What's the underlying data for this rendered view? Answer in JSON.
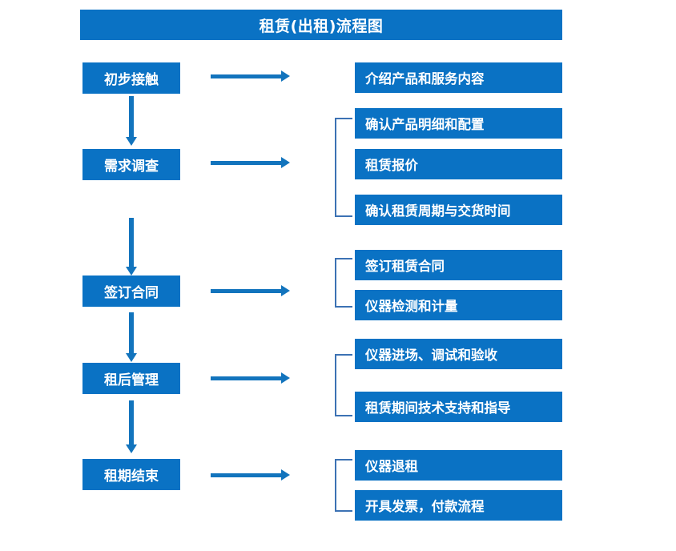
{
  "chart": {
    "type": "flowchart",
    "title": "租赁(出租)流程图",
    "accent_color": "#0a72c4",
    "arrow_color": "#1274bd",
    "bracket_color": "#3c72b4",
    "text_color": "#ffffff",
    "background_color": "#ffffff"
  },
  "stages": [
    {
      "id": "stage-1",
      "label": "初步接触",
      "tasks": [
        {
          "id": "task-1-1",
          "label": "介绍产品和服务内容"
        }
      ],
      "bracketed": false
    },
    {
      "id": "stage-2",
      "label": "需求调查",
      "tasks": [
        {
          "id": "task-2-1",
          "label": "确认产品明细和配置"
        },
        {
          "id": "task-2-2",
          "label": "租赁报价"
        },
        {
          "id": "task-2-3",
          "label": "确认租赁周期与交货时间"
        }
      ],
      "bracketed": true
    },
    {
      "id": "stage-3",
      "label": "签订合同",
      "tasks": [
        {
          "id": "task-3-1",
          "label": "签订租赁合同"
        },
        {
          "id": "task-3-2",
          "label": "仪器检测和计量"
        }
      ],
      "bracketed": true
    },
    {
      "id": "stage-4",
      "label": "租后管理",
      "tasks": [
        {
          "id": "task-4-1",
          "label": "仪器进场、调试和验收"
        },
        {
          "id": "task-4-2",
          "label": "租赁期间技术支持和指导"
        }
      ],
      "bracketed": true
    },
    {
      "id": "stage-5",
      "label": "租期结束",
      "tasks": [
        {
          "id": "task-5-1",
          "label": "仪器退租"
        },
        {
          "id": "task-5-2",
          "label": "开具发票，付款流程"
        }
      ],
      "bracketed": true
    }
  ],
  "connectors": {
    "horizontal_arrows": 5,
    "vertical_arrows": 4
  }
}
